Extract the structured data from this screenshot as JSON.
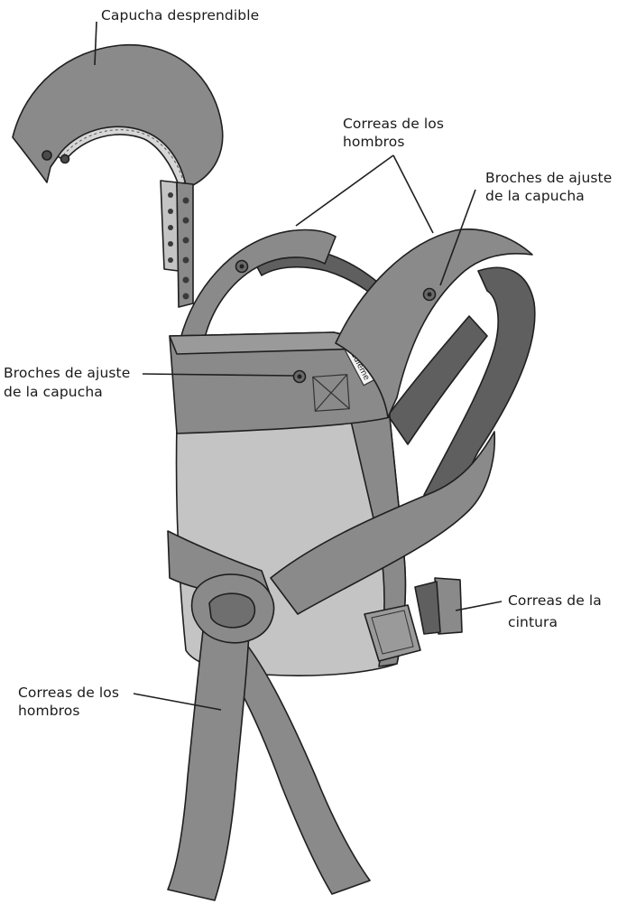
{
  "labels": {
    "detachable_hood": "Capucha desprendible",
    "shoulder_straps_top_line1": "Correas de los",
    "shoulder_straps_top_line2": "hombros",
    "hood_snaps_right_line1": "Broches de ajuste",
    "hood_snaps_right_line2": "de la capucha",
    "hood_snaps_left_line1": "Broches de ajuste",
    "hood_snaps_left_line2": "de la capucha",
    "waist_straps_line1": "Correas de la",
    "waist_straps_line2": "cintura",
    "shoulder_straps_bottom_line1": "Correas de los",
    "shoulder_straps_bottom_line2": "hombros",
    "brand_tag": "cuddleme"
  },
  "colors": {
    "fabric_mid": "#8a8a8a",
    "fabric_dark": "#5f5f5f",
    "fabric_light": "#c4c4c4",
    "hood_inner": "#d6d6d6",
    "outline": "#1f1f1f"
  }
}
